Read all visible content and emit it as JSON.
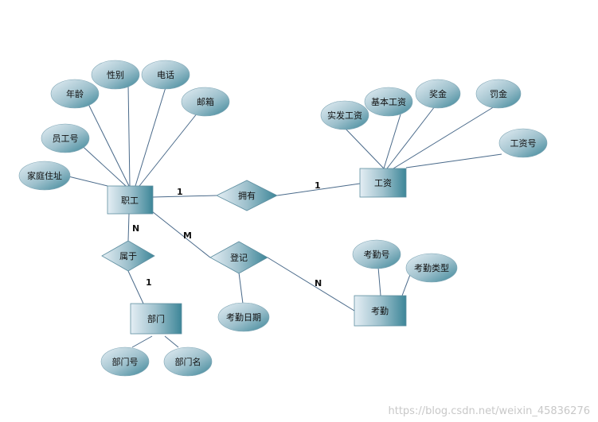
{
  "entities": {
    "employee": "职工",
    "salary": "工资",
    "department": "部门",
    "attendance": "考勤"
  },
  "relationships": {
    "has": "拥有",
    "belongs": "属于",
    "register": "登记"
  },
  "attributes": {
    "age": "年龄",
    "gender": "性别",
    "phone": "电话",
    "email": "邮箱",
    "emp_id": "员工号",
    "address": "家庭住址",
    "actual_pay": "实发工资",
    "base_pay": "基本工资",
    "bonus": "奖金",
    "fine": "罚金",
    "salary_id": "工资号",
    "att_id": "考勤号",
    "att_type": "考勤类型",
    "att_date": "考勤日期",
    "dept_id": "部门号",
    "dept_name": "部门名"
  },
  "cardinalities": {
    "has_emp": "1",
    "has_sal": "1",
    "belong_emp": "N",
    "belong_dept": "1",
    "reg_emp": "M",
    "reg_att": "N"
  },
  "watermark": "https://blog.csdn.net/weixin_45836276",
  "colors": {
    "shape_light": "#dde8ef",
    "shape_dark": "#3f8a9c",
    "line": "#4a6a8a"
  }
}
